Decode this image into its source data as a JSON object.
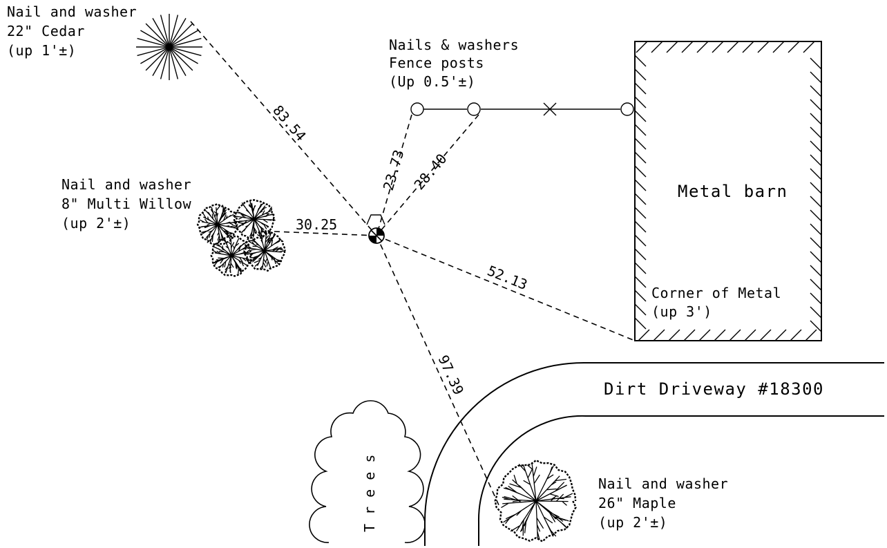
{
  "labels": {
    "cedar": [
      "Nail and washer",
      "22\" Cedar",
      "(up 1'±)"
    ],
    "fence": [
      "Nails & washers",
      "Fence posts",
      "(Up 0.5'±)"
    ],
    "willow": [
      "Nail and washer",
      "8\" Multi Willow",
      "(up 2'±)"
    ],
    "barn": "Metal barn",
    "barn_corner": [
      "Corner of Metal",
      "(up 3')"
    ],
    "driveway": "Dirt Driveway #18300",
    "maple": [
      "Nail and washer",
      "26\" Maple",
      "(up 2'±)"
    ],
    "trees": "T r e e s"
  },
  "distances": {
    "cedar": "83.54",
    "fence_post_1": "23.73",
    "fence_post_2": "28.40",
    "willow": "30.25",
    "barn_corner": "52.13",
    "maple": "97.39"
  },
  "icons": {
    "cedar": "cedar-tree-icon",
    "willow": "willow-tree-icon",
    "maple": "maple-tree-icon",
    "trees": "tree-cluster-icon",
    "control_point": "survey-control-point-icon",
    "fence_post": "fence-post-icon"
  }
}
